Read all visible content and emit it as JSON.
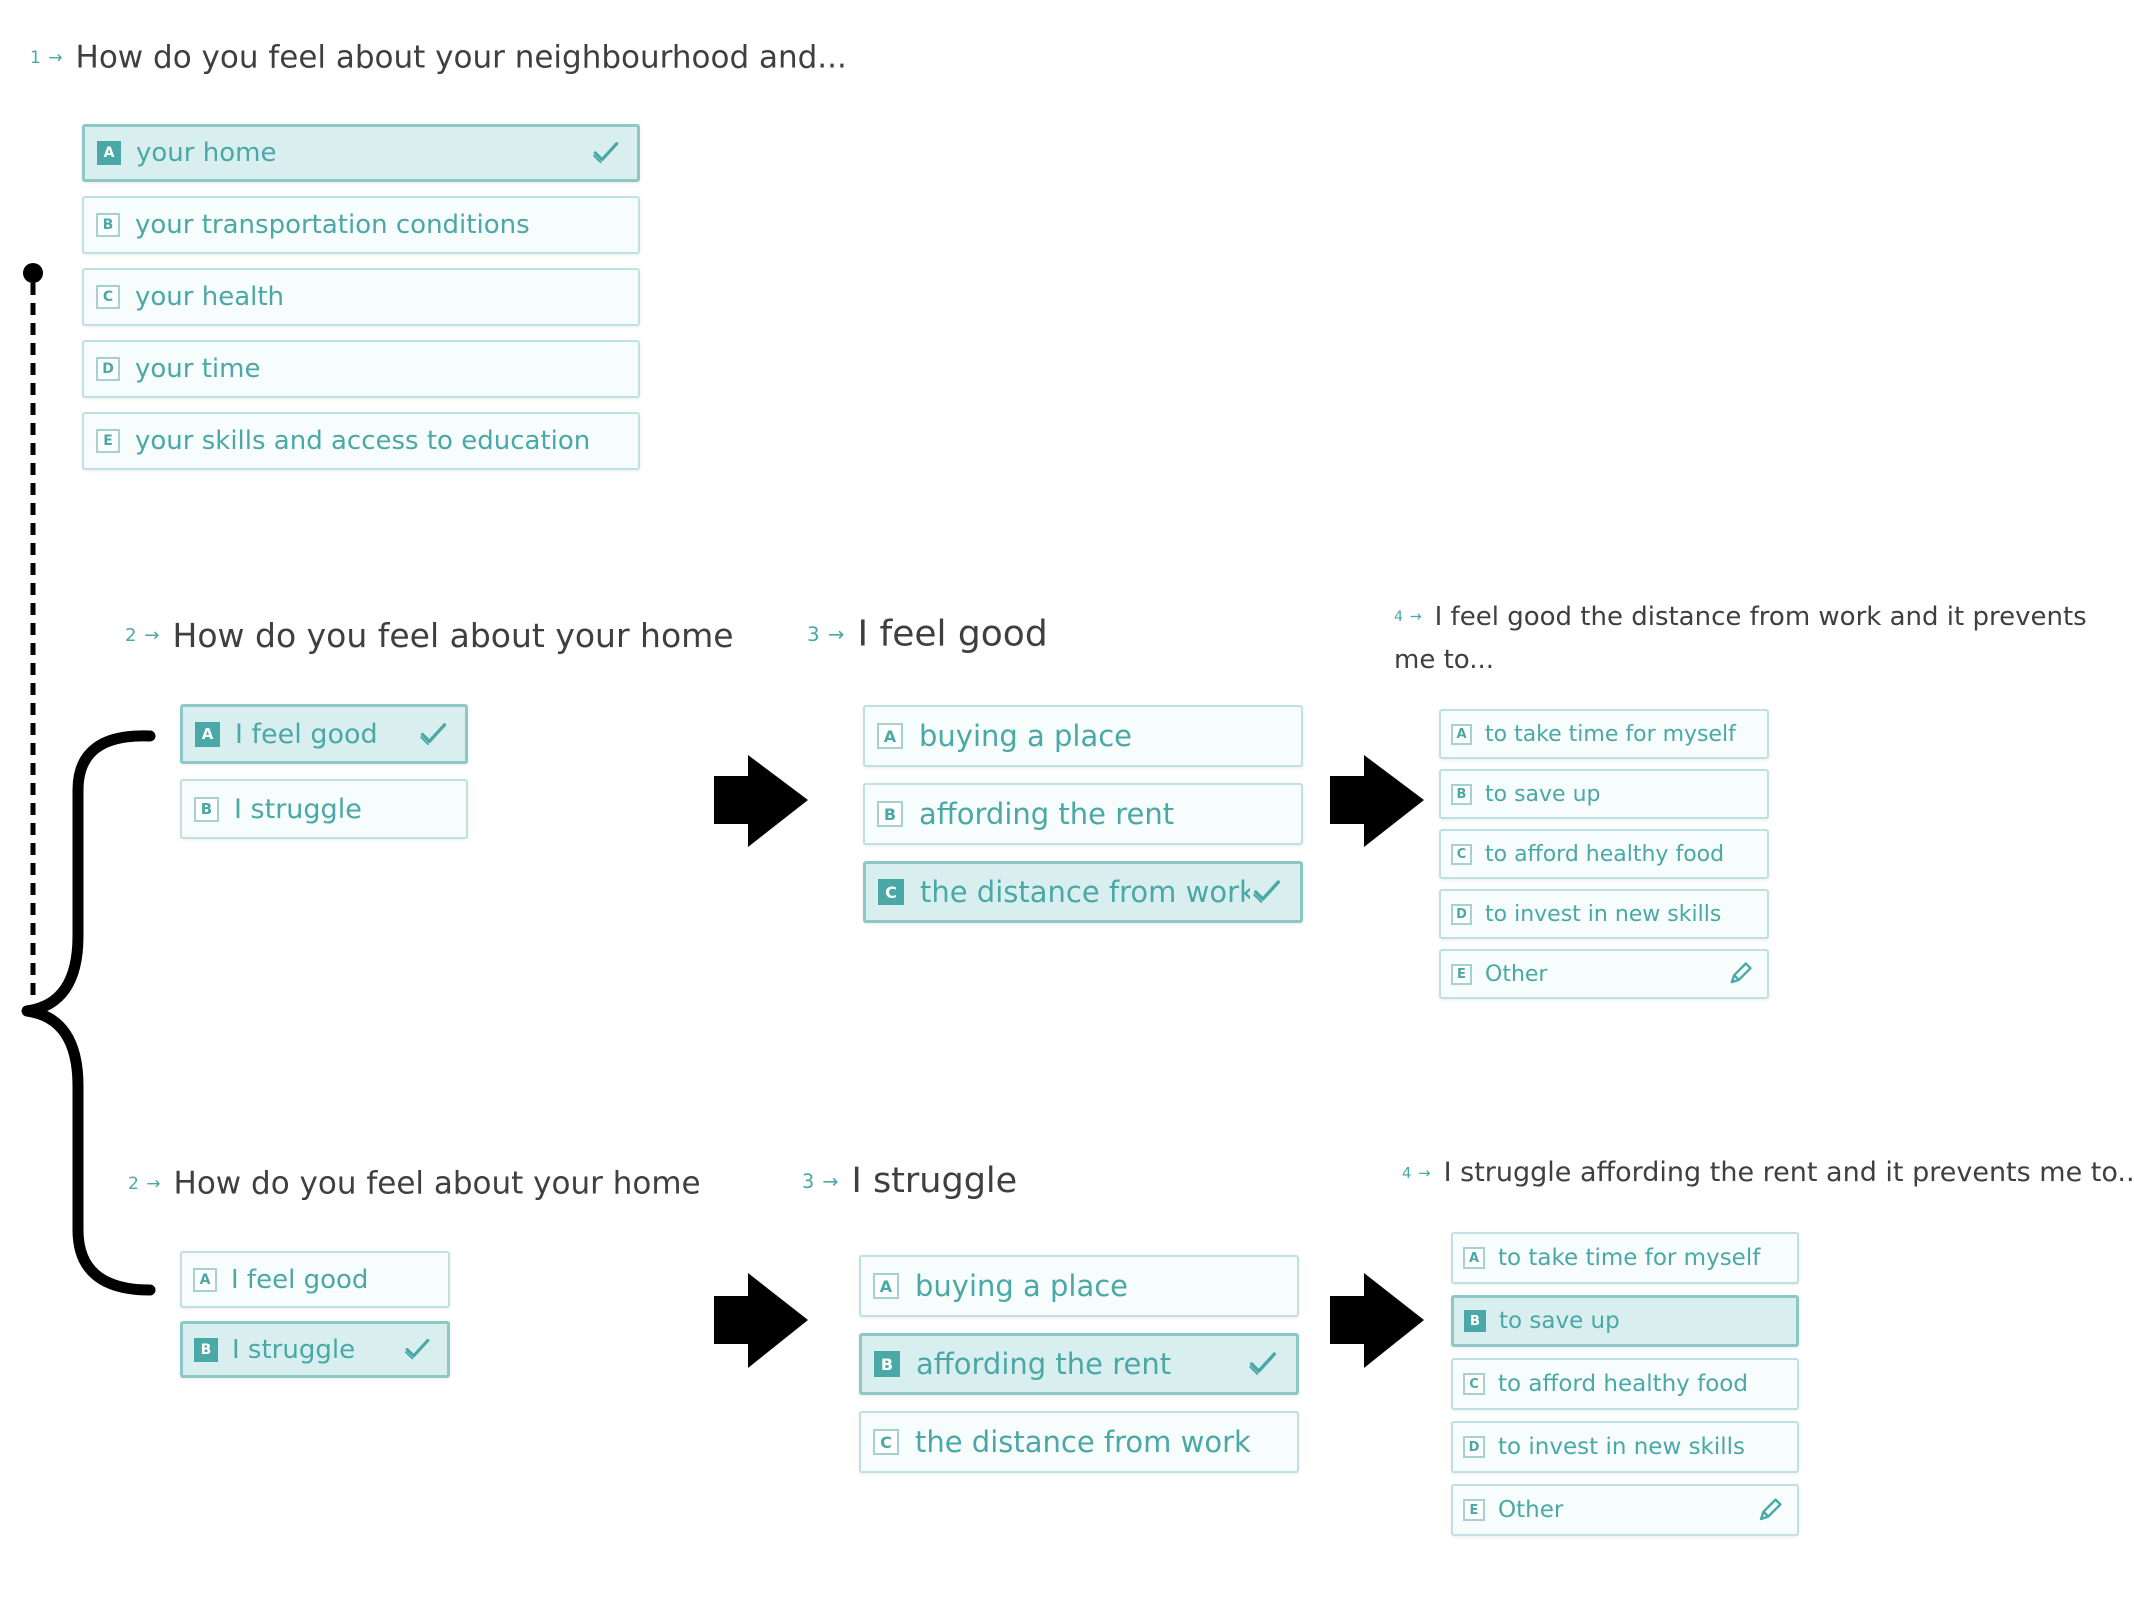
{
  "q1": {
    "num": "1 →",
    "text": "How do you feel about your neighbourhood and...",
    "options": [
      {
        "key": "A",
        "label": "your home",
        "selected": true
      },
      {
        "key": "B",
        "label": "your transportation conditions"
      },
      {
        "key": "C",
        "label": "your health"
      },
      {
        "key": "D",
        "label": "your time"
      },
      {
        "key": "E",
        "label": "your skills and access to education"
      }
    ]
  },
  "top": {
    "q2": {
      "num": "2 →",
      "text": "How do you feel about your home",
      "options": [
        {
          "key": "A",
          "label": "I feel good",
          "selected": true
        },
        {
          "key": "B",
          "label": "I struggle"
        }
      ]
    },
    "q3": {
      "num": "3 →",
      "text": "I feel good",
      "options": [
        {
          "key": "A",
          "label": "buying a place"
        },
        {
          "key": "B",
          "label": "affording the rent"
        },
        {
          "key": "C",
          "label": "the distance from work",
          "selected": true
        }
      ]
    },
    "q4": {
      "num": "4 →",
      "text": "I feel good the distance from work and it prevents me to...",
      "options": [
        {
          "key": "A",
          "label": "to take time for myself"
        },
        {
          "key": "B",
          "label": "to save up"
        },
        {
          "key": "C",
          "label": "to afford healthy food"
        },
        {
          "key": "D",
          "label": "to invest in new skills"
        },
        {
          "key": "E",
          "label": "Other",
          "editable": true
        }
      ]
    }
  },
  "bottom": {
    "q2": {
      "num": "2 →",
      "text": "How do you feel about your home",
      "options": [
        {
          "key": "A",
          "label": "I feel good"
        },
        {
          "key": "B",
          "label": "I struggle",
          "selected": true
        }
      ]
    },
    "q3": {
      "num": "3 →",
      "text": "I struggle",
      "options": [
        {
          "key": "A",
          "label": "buying a place"
        },
        {
          "key": "B",
          "label": "affording the rent",
          "selected": true
        },
        {
          "key": "C",
          "label": "the distance from work"
        }
      ]
    },
    "q4": {
      "num": "4 →",
      "text": "I struggle affording the rent and it prevents me to...",
      "options": [
        {
          "key": "A",
          "label": "to take time for myself"
        },
        {
          "key": "B",
          "label": "to save up",
          "highlighted": true
        },
        {
          "key": "C",
          "label": "to afford healthy food"
        },
        {
          "key": "D",
          "label": "to invest in new skills"
        },
        {
          "key": "E",
          "label": "Other",
          "editable": true
        }
      ]
    }
  },
  "colors": {
    "accent": "#4aa8a6",
    "choice_border": "#bfe1e1",
    "choice_bg": "#f7fcfc",
    "selected_bg": "#d9efef",
    "text": "#3f3f3f"
  }
}
